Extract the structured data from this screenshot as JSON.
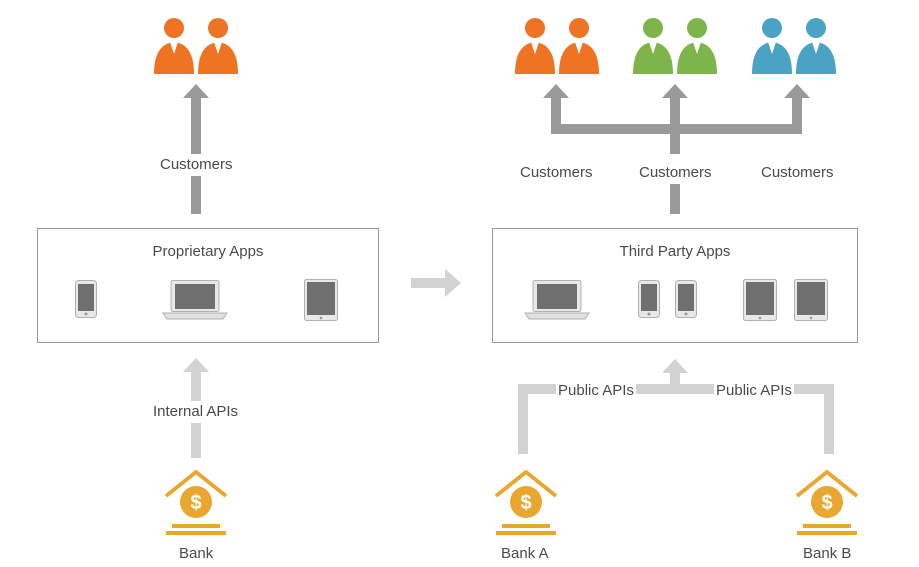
{
  "left": {
    "customers_label": "Customers",
    "apps_title": "Proprietary Apps",
    "apis_label": "Internal APIs",
    "bank_label": "Bank"
  },
  "right": {
    "customers_labels": [
      "Customers",
      "Customers",
      "Customers"
    ],
    "apps_title": "Third Party Apps",
    "apis_labels": [
      "Public APIs",
      "Public APIs"
    ],
    "bank_labels": [
      "Bank A",
      "Bank B"
    ]
  },
  "colors": {
    "customers_left": "#EE7322",
    "customers_right": [
      "#EE7322",
      "#7DB54B",
      "#4BA3C4"
    ],
    "bank": "#E9A730",
    "arrow_dark": "#9a9a9a",
    "arrow_light": "#d2d2d2"
  },
  "icons": {
    "customer_group": "people-icon",
    "bank": "bank-dollar-icon",
    "phone": "smartphone-icon",
    "laptop": "laptop-icon",
    "tablet": "tablet-icon"
  }
}
